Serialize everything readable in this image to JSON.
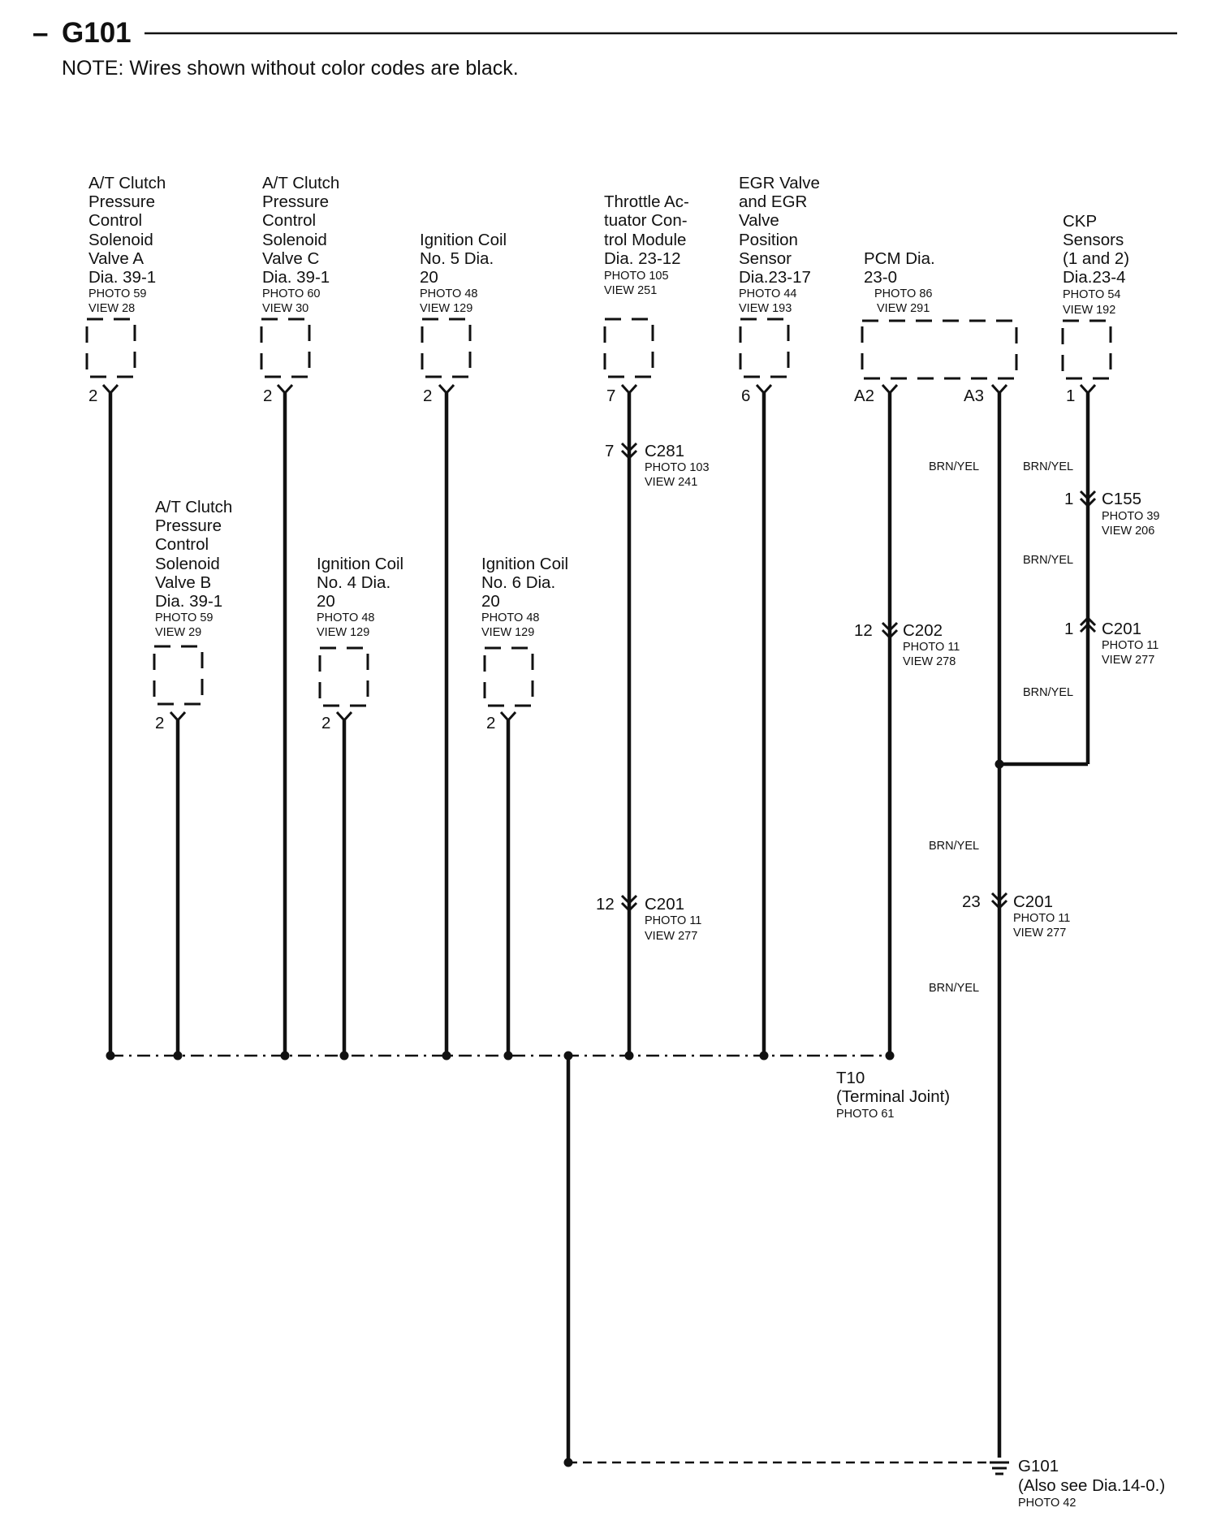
{
  "header": {
    "dash": "–",
    "title": "G101",
    "note": "NOTE: Wires shown without color codes are black."
  },
  "components": {
    "atcp_a": {
      "lines": [
        "A/T Clutch",
        "Pressure",
        "Control",
        "Solenoid",
        "Valve A",
        "Dia. 39-1"
      ],
      "photo": "PHOTO 59",
      "view": "VIEW 28",
      "pin": "2"
    },
    "atcp_c": {
      "lines": [
        "A/T Clutch",
        "Pressure",
        "Control",
        "Solenoid",
        "Valve C",
        "Dia. 39-1"
      ],
      "photo": "PHOTO 60",
      "view": "VIEW 30",
      "pin": "2"
    },
    "coil5": {
      "lines": [
        "Ignition Coil",
        "No. 5 Dia.",
        "20"
      ],
      "photo": "PHOTO 48",
      "view": "VIEW 129",
      "pin": "2"
    },
    "tac": {
      "lines": [
        "Throttle Ac-",
        "tuator Con-",
        "trol Module",
        "Dia. 23-12"
      ],
      "photo": "PHOTO 105",
      "view": "VIEW 251",
      "pin": "7"
    },
    "egr": {
      "lines": [
        "EGR Valve",
        "and EGR",
        "Valve",
        "Position",
        "Sensor",
        "Dia.23-17"
      ],
      "photo": "PHOTO 44",
      "view": "VIEW 193",
      "pin": "6"
    },
    "pcm": {
      "lines": [
        "PCM Dia.",
        "23-0"
      ],
      "photo": "PHOTO 86",
      "view": "VIEW 291",
      "pin_a": "A2",
      "pin_b": "A3"
    },
    "ckp": {
      "lines": [
        "CKP",
        "Sensors",
        "(1 and 2)",
        "Dia.23-4"
      ],
      "photo": "PHOTO 54",
      "view": "VIEW 192",
      "pin": "1"
    },
    "atcp_b": {
      "lines": [
        "A/T Clutch",
        "Pressure",
        "Control",
        "Solenoid",
        "Valve B",
        "Dia. 39-1"
      ],
      "photo": "PHOTO 59",
      "view": "VIEW 29",
      "pin": "2"
    },
    "coil4": {
      "lines": [
        "Ignition Coil",
        "No. 4 Dia.",
        "20"
      ],
      "photo": "PHOTO 48",
      "view": "VIEW 129",
      "pin": "2"
    },
    "coil6": {
      "lines": [
        "Ignition Coil",
        "No. 6 Dia.",
        "20"
      ],
      "photo": "PHOTO 48",
      "view": "VIEW 129",
      "pin": "2"
    }
  },
  "connectors": {
    "c281": {
      "pin": "7",
      "name": "C281",
      "photo": "PHOTO 103",
      "view": "VIEW 241"
    },
    "c201_tac": {
      "pin": "12",
      "name": "C201",
      "photo": "PHOTO 11",
      "view": "VIEW 277"
    },
    "c202": {
      "pin": "12",
      "name": "C202",
      "photo": "PHOTO 11",
      "view": "VIEW 278"
    },
    "c155": {
      "pin": "1",
      "name": "C155",
      "photo": "PHOTO 39",
      "view": "VIEW 206"
    },
    "c201_ckp": {
      "pin": "1",
      "name": "C201",
      "photo": "PHOTO 11",
      "view": "VIEW 277"
    },
    "c201_pcm": {
      "pin": "23",
      "name": "C201",
      "photo": "PHOTO 11",
      "view": "VIEW 277"
    }
  },
  "wire_colors": {
    "a3_top": "BRN/YEL",
    "ckp_top": "BRN/YEL",
    "ckp_mid": "BRN/YEL",
    "ckp_low": "BRN/YEL",
    "pcm_mid": "BRN/YEL",
    "pcm_low": "BRN/YEL"
  },
  "joint": {
    "name": "T10",
    "desc": "(Terminal Joint)",
    "photo": "PHOTO 61"
  },
  "ground": {
    "name": "G101",
    "desc": "(Also see Dia.14-0.)",
    "photo": "PHOTO 42"
  }
}
